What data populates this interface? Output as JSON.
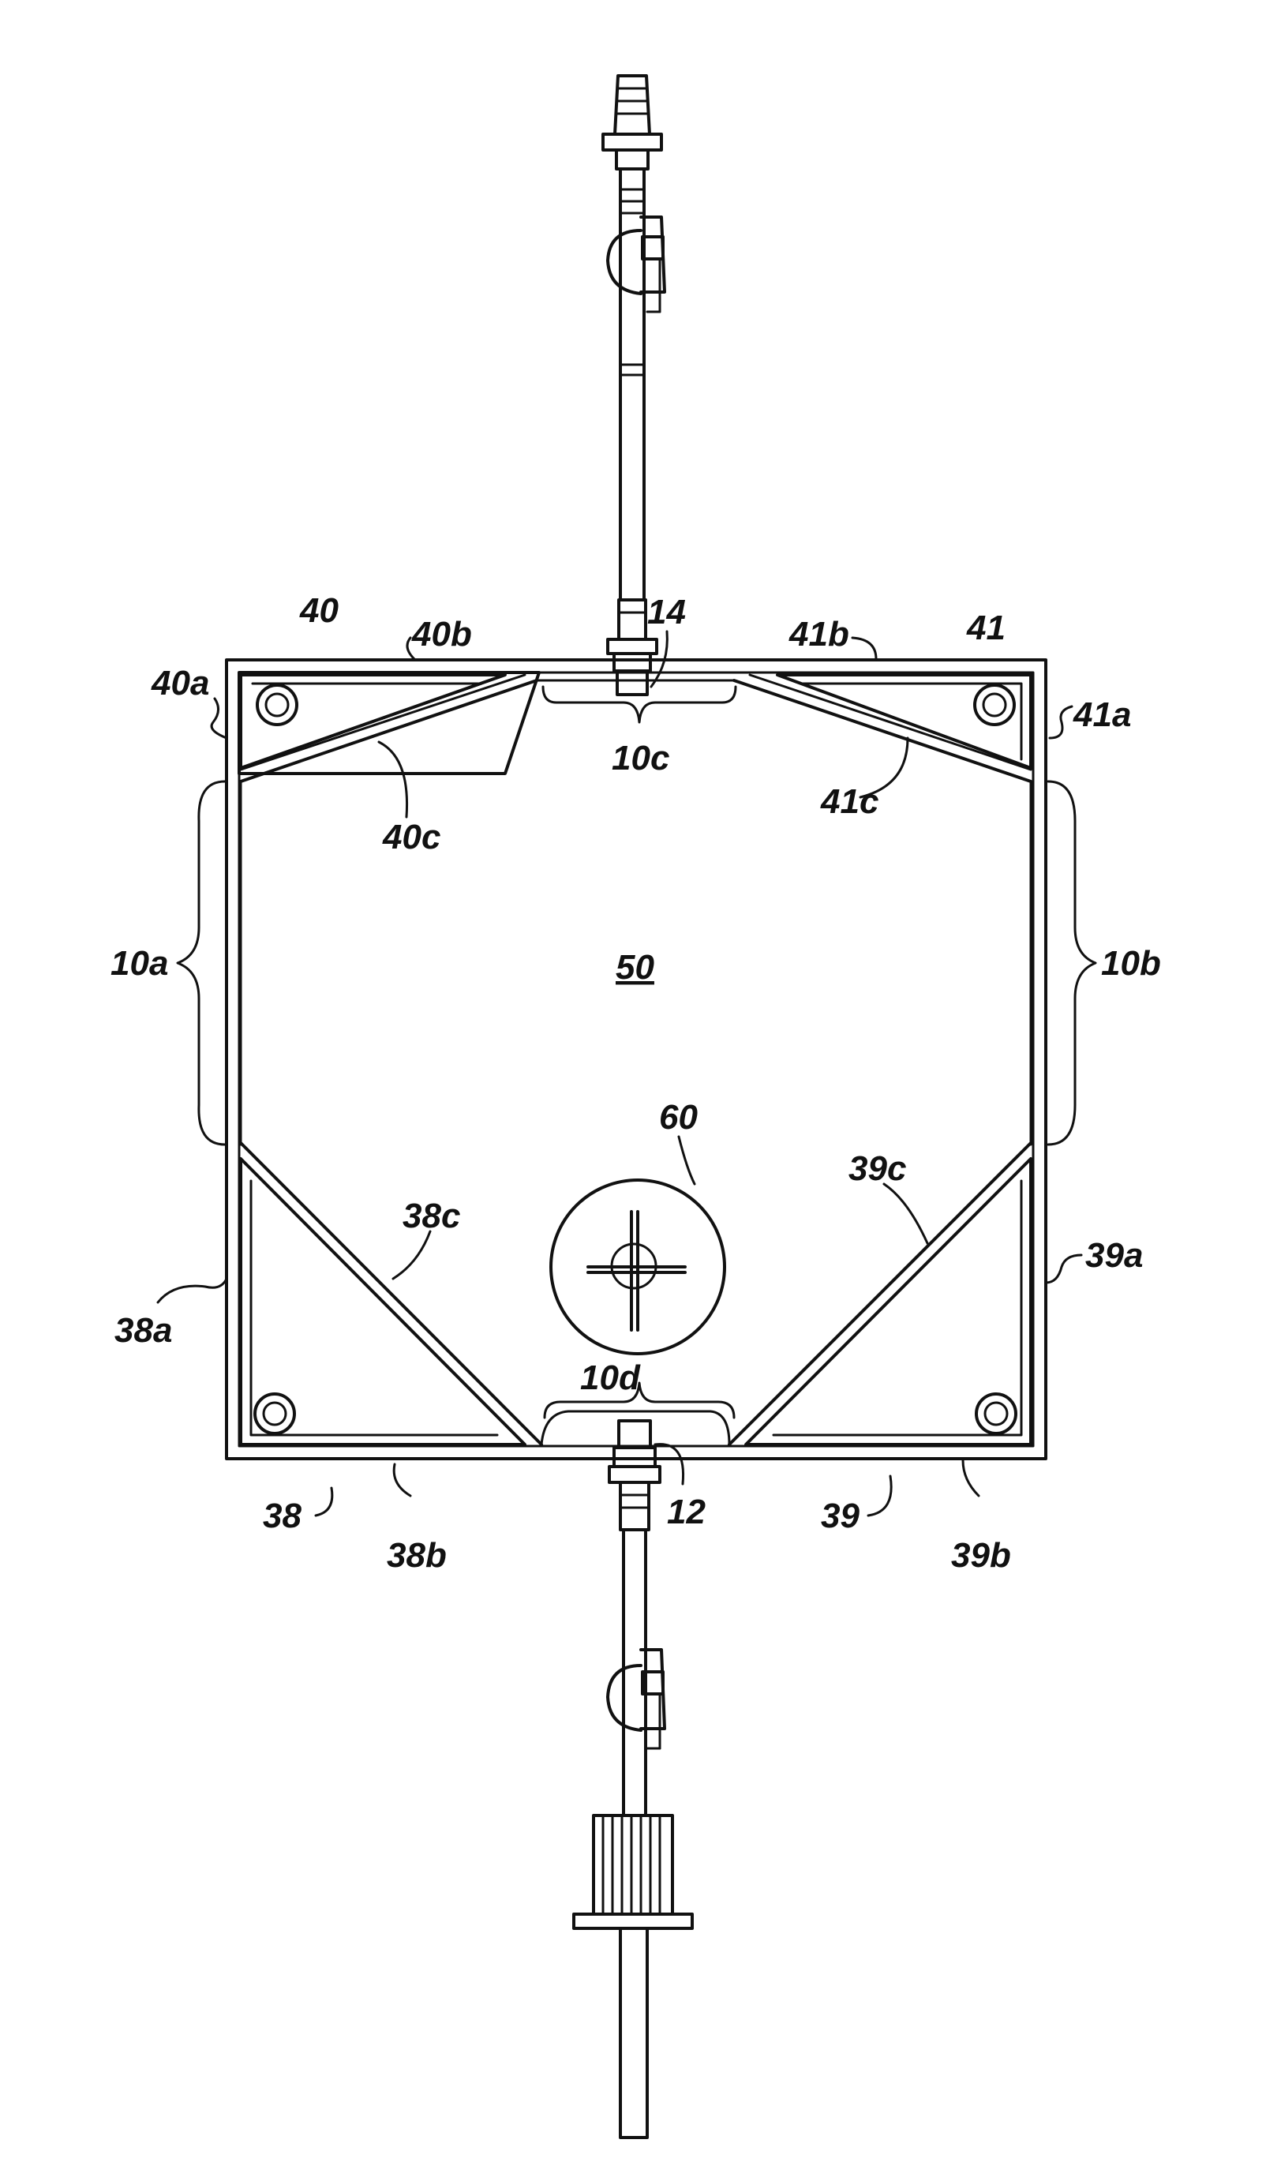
{
  "labels": {
    "l40": "40",
    "l40a": "40a",
    "l40b": "40b",
    "l40c": "40c",
    "l14": "14",
    "l41": "41",
    "l41a": "41a",
    "l41b": "41b",
    "l41c": "41c",
    "l10a": "10a",
    "l10b": "10b",
    "l10c": "10c",
    "l10d": "10d",
    "l50": "50",
    "l60": "60",
    "l38": "38",
    "l38a": "38a",
    "l38b": "38b",
    "l38c": "38c",
    "l39": "39",
    "l39a": "39a",
    "l39b": "39b",
    "l39c": "39c",
    "l12": "12"
  }
}
